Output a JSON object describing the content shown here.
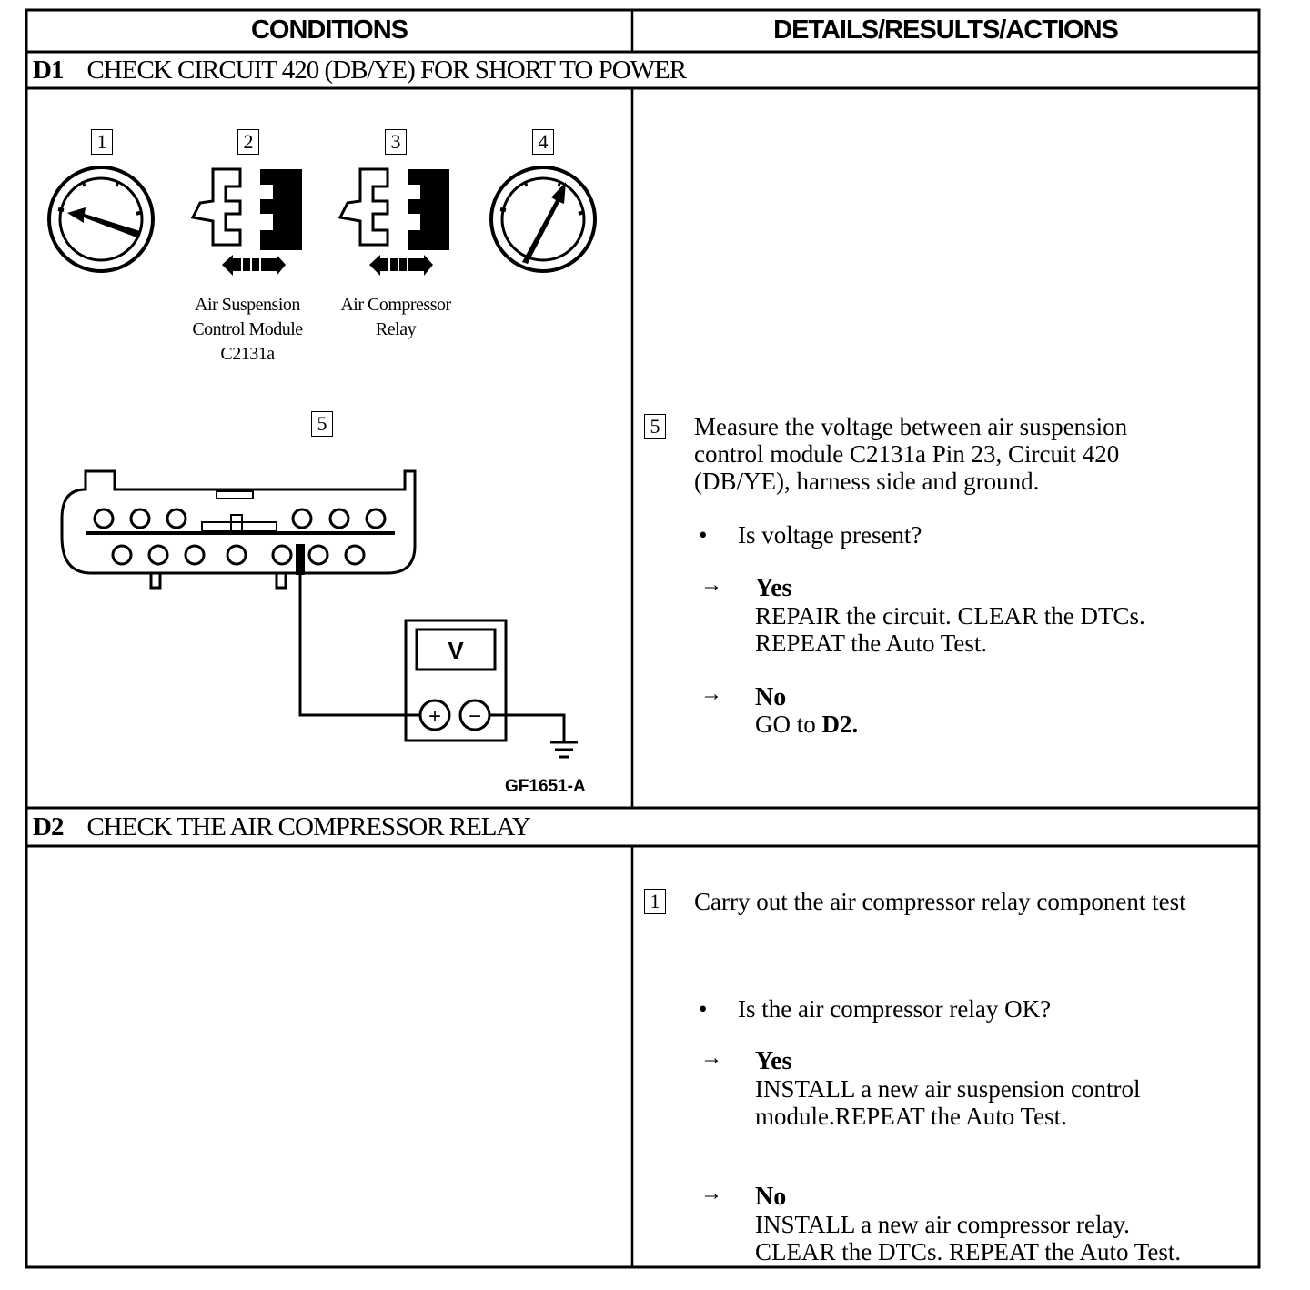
{
  "header": {
    "conditions": "CONDITIONS",
    "details": "DETAILS/RESULTS/ACTIONS"
  },
  "d1": {
    "id": "D1",
    "title": "CHECK CIRCUIT 420 (DB/YE) FOR SHORT TO POWER",
    "steps": [
      "1",
      "2",
      "3",
      "4",
      "5"
    ],
    "caption_module": [
      "Air Suspension",
      "Control Module",
      "C2131a"
    ],
    "caption_relay": [
      "Air Compressor",
      "Relay"
    ],
    "meter_label": "V",
    "meter_plus": "+",
    "meter_minus": "−",
    "figure_id": "GF1651-A",
    "step_num": "5",
    "instruction": [
      "Measure the voltage between air suspension",
      "control module C2131a Pin 23, Circuit 420",
      "(DB/YE), harness side and ground."
    ],
    "question": "Is voltage present?",
    "bullet": "•",
    "arrow": "→",
    "yes_label": "Yes",
    "yes_text": [
      "REPAIR the circuit. CLEAR the DTCs.",
      "REPEAT the Auto Test."
    ],
    "no_label": "No",
    "no_text_prefix": "GO to ",
    "no_text_bold": "D2."
  },
  "d2": {
    "id": "D2",
    "title": "CHECK THE AIR COMPRESSOR RELAY",
    "step_num": "1",
    "instruction": "Carry out the air compressor relay component test",
    "question": "Is the air compressor relay OK?",
    "bullet": "•",
    "arrow": "→",
    "yes_label": "Yes",
    "yes_text": [
      "INSTALL a new air suspension control",
      "module.REPEAT the Auto Test."
    ],
    "no_label": "No",
    "no_text": [
      "INSTALL a new air compressor relay.",
      "CLEAR the DTCs. REPEAT the Auto Test."
    ]
  }
}
